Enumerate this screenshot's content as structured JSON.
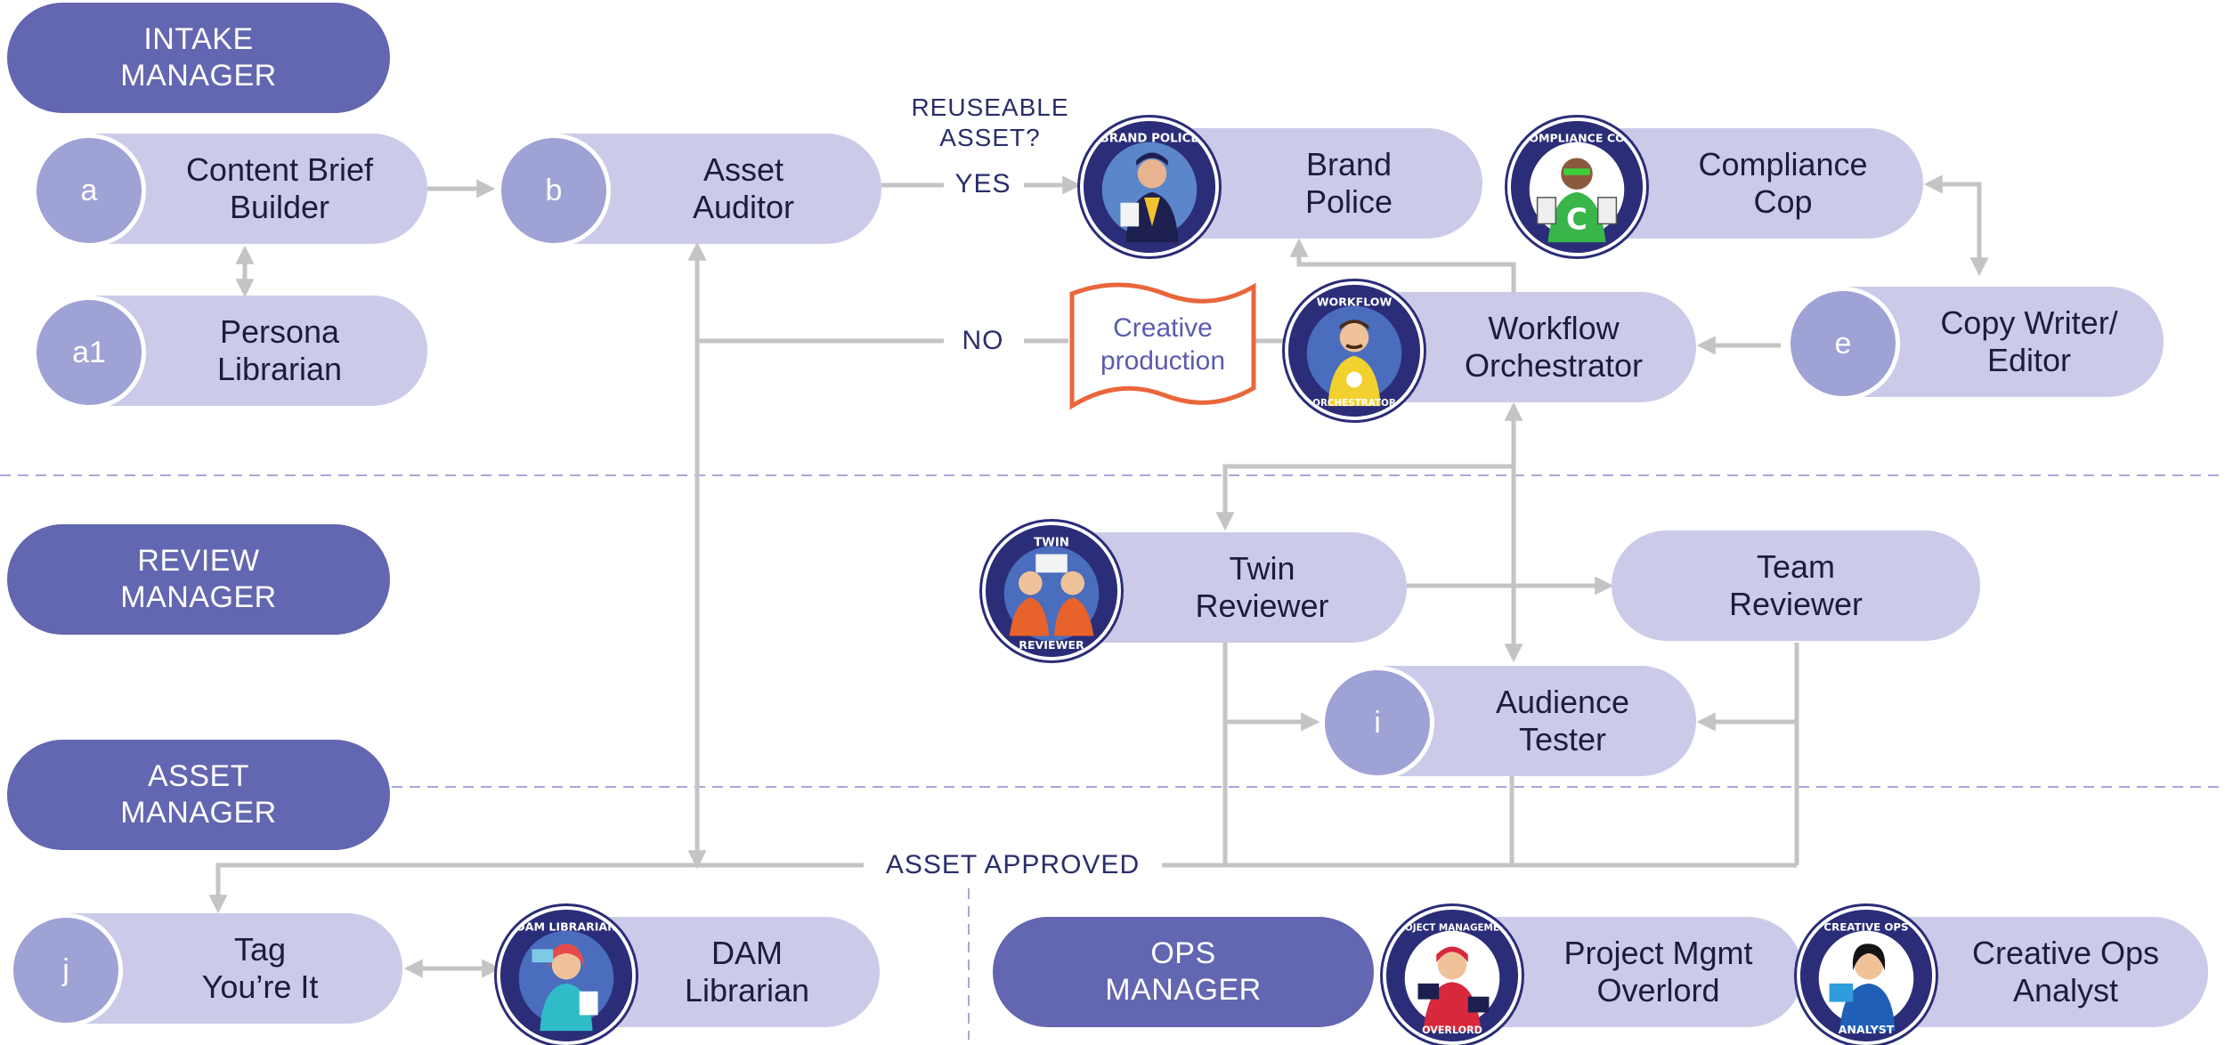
{
  "colors": {
    "manager": "#6366b0",
    "pill": "#cbcbe9",
    "circle": "#9fa2d4",
    "line": "#c4c4c4",
    "dash": "#a6a8d8",
    "creative_border": "#e9663a",
    "creative_text": "#5a5cae"
  },
  "managers": {
    "intake": "INTAKE\nMANAGER",
    "review": "REVIEW\nMANAGER",
    "asset": "ASSET\nMANAGER",
    "ops": "OPS\nMANAGER"
  },
  "agents": {
    "content_brief": {
      "letter": "a",
      "label": "Content Brief\nBuilder"
    },
    "persona": {
      "letter": "a1",
      "label": "Persona\nLibrarian"
    },
    "asset_auditor": {
      "letter": "b",
      "label": "Asset\nAuditor"
    },
    "brand_police": {
      "label": "Brand\nPolice",
      "badge": "brand-police-icon"
    },
    "compliance": {
      "label": "Compliance\nCop",
      "badge": "compliance-cop-icon"
    },
    "copy_writer": {
      "letter": "e",
      "label": "Copy Writer/\nEditor"
    },
    "workflow": {
      "label": "Workflow\nOrchestrator",
      "badge": "workflow-orchestrator-icon"
    },
    "twin": {
      "label": "Twin\nReviewer",
      "badge": "twin-reviewer-icon"
    },
    "team": {
      "label": "Team\nReviewer"
    },
    "audience": {
      "letter": "i",
      "label": "Audience\nTester"
    },
    "tag": {
      "letter": "j",
      "label": "Tag\nYou’re It"
    },
    "dam": {
      "label": "DAM\nLibrarian",
      "badge": "dam-librarian-icon"
    },
    "project_mgmt": {
      "label": "Project Mgmt\nOverlord",
      "badge": "project-management-overlord-icon"
    },
    "creative_ops": {
      "label": "Creative Ops\nAnalyst",
      "badge": "creative-ops-analyst-icon"
    }
  },
  "creative_production": "Creative\nproduction",
  "labels": {
    "reuseable": "REUSEABLE\nASSET?",
    "yes": "YES",
    "no": "NO",
    "asset_approved": "ASSET APPROVED"
  }
}
